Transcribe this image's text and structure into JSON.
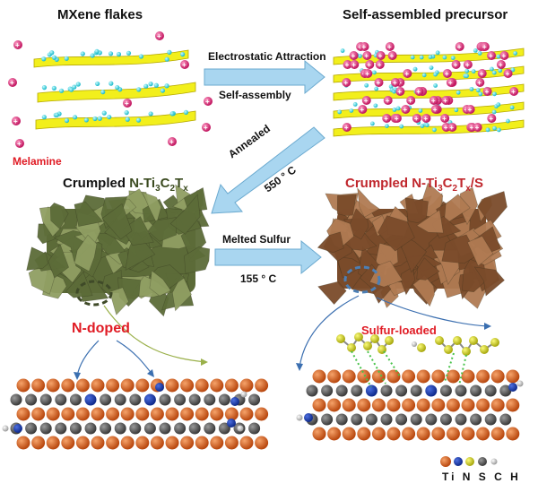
{
  "labels": {
    "mxene_flakes": "MXene flakes",
    "precursor": "Self-assembled precursor",
    "melamine": "Melamine",
    "electrostatic": "Electrostatic Attraction",
    "self_assembly": "Self-assembly",
    "annealed": "Annealed",
    "temp_anneal": "550 ° C",
    "crumpled_prefix": "Crumpled ",
    "crumpled_n": "N-Ti",
    "crumpled_s_n": "N-Ti",
    "crumpled_s_suffix": "/S",
    "melted_sulfur": "Melted Sulfur",
    "temp_sulfur": "155 ° C",
    "n_doped": "N-doped",
    "sulfur_loaded": "Sulfur-loaded",
    "legend": "Ti N S C H"
  },
  "formula": {
    "sub3": "3",
    "sub_c": "C",
    "sub2": "2",
    "t": "T",
    "subx": "x"
  },
  "colors": {
    "flake": "#f2ef1c",
    "cyan_atom": "#39e6f0",
    "melamine": "#e0307a",
    "arrow": "#a9d6f0",
    "green_struct": "#6b7a45",
    "brown_struct": "#8a5a38",
    "ti": "#d2601c",
    "n": "#1f3fb0",
    "c": "#555555",
    "s": "#d8d81a",
    "h": "#dddddd",
    "red_text": "#e01b24"
  },
  "legend_atoms": [
    "Ti",
    "N",
    "S",
    "C",
    "H"
  ]
}
